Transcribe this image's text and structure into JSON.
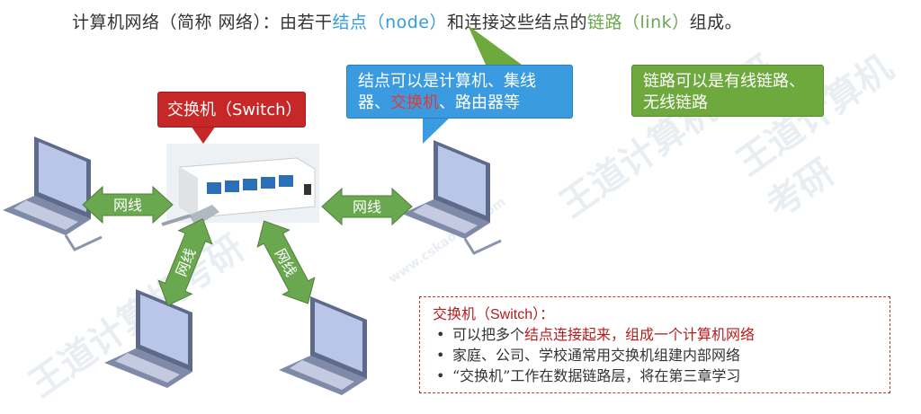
{
  "title": {
    "prefix": "计算机网络（简称 网络）：由若干",
    "node_term": "结点",
    "node_en": "（node）",
    "middle": "和连接这些结点的",
    "link_term": "链路",
    "link_en": "（link）",
    "suffix": "组成。"
  },
  "callouts": {
    "node": {
      "part1": "结点可以是计算机、集线器、",
      "switch_word": "交换机",
      "part2": "、路由器等"
    },
    "link": {
      "text": "链路可以是有线链路、无线链路"
    },
    "switch": {
      "text": "交换机（Switch）"
    }
  },
  "links": {
    "left": "网线",
    "right": "网线",
    "bottom_left": "网线",
    "bottom_right": "网线"
  },
  "info": {
    "title": "交换机（Switch）：",
    "item1_a": "可以把多个",
    "item1_b": "结点连接起来，组成一个计算机网络",
    "item2": "家庭、公司、学校通常用交换机组建内部网络",
    "item3": "“交换机”工作在数据链路层，将在第三章学习"
  },
  "colors": {
    "arrow_green": "#6aa84f",
    "callout_blue": "#3a9be0",
    "callout_green": "#6ea93d",
    "callout_red": "#c62828"
  },
  "watermark": {
    "text": "王道计算机考研",
    "url": "www.cskaoyan.com"
  }
}
